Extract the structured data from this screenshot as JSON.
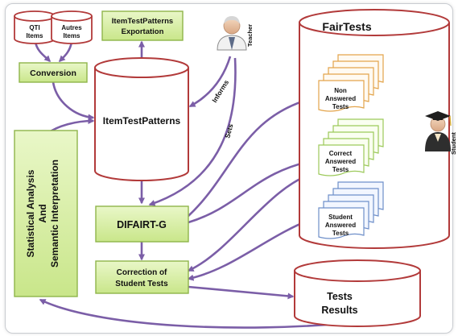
{
  "colors": {
    "cylinder_stroke": "#b23a3a",
    "box_fill": "#d7ef9f",
    "box_stroke": "#8fb54a",
    "arrow": "#7b5ea7",
    "sheet_orange": "#e3a44b",
    "sheet_green": "#9cc95a",
    "sheet_blue": "#6e8fc9"
  },
  "sources": {
    "qti": [
      "QTI",
      "Items"
    ],
    "autres": [
      "Autres",
      "Items"
    ]
  },
  "boxes": {
    "conversion": "Conversion",
    "exportation": [
      "ItemTestPatterns",
      "Exportation"
    ],
    "difairt": "DIFAIRT-G",
    "correction": [
      "Correction of",
      "Student Tests"
    ],
    "statistical": [
      "Statistical Analysis",
      "And",
      "Semantic Interpretation"
    ]
  },
  "stores": {
    "item_patterns": "ItemTestPatterns",
    "fairtests": "FairTests",
    "tests_results": [
      "Tests",
      "Results"
    ]
  },
  "documents": {
    "non_answered": [
      "Non",
      "Answered",
      "Tests"
    ],
    "correct_answered": [
      "Correct",
      "Answered",
      "Tests"
    ],
    "student_answered": [
      "Student",
      "Answered",
      "Tests"
    ]
  },
  "edges": {
    "informs": "Informs",
    "sets": "Sets"
  },
  "actors": {
    "teacher": "Teacher",
    "student": "Student"
  }
}
